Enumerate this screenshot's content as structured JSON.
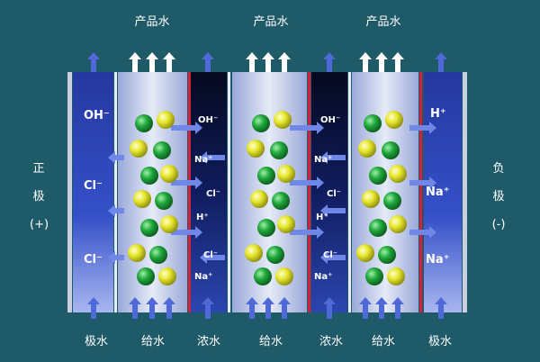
{
  "labels": {
    "product_water": "产品水",
    "electrode_water": "极水",
    "feed_water": "给水",
    "concentrate_water": "浓水",
    "positive_lines": [
      "正",
      "极",
      "(+)"
    ],
    "negative_lines": [
      "负",
      "极",
      "(-)"
    ]
  },
  "ions": {
    "oh": "OH⁻",
    "cl": "Cl⁻",
    "na": "Na⁺",
    "h": "H⁺"
  },
  "colors": {
    "background": "#1f5a68",
    "electrode_channel": "#2e45b8",
    "concentrate_channel": "#0b1340",
    "dilute_channel": "#c9d3ea",
    "membrane_red": "#d4203a",
    "flow_arrow": "#4f6ad8",
    "product_arrow": "#ffffff",
    "ion_green": "#1f9a3a",
    "ion_yellow": "#e3e62a"
  }
}
